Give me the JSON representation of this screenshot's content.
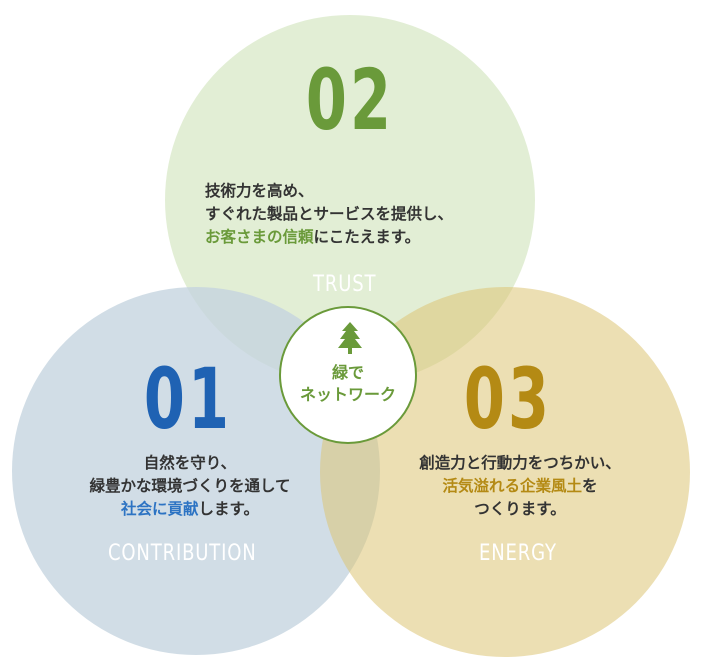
{
  "trust": {
    "number": "02",
    "lines": [
      {
        "parts": [
          {
            "text": "技術力を高め、",
            "hl": false
          }
        ]
      },
      {
        "parts": [
          {
            "text": "すぐれた製品とサービスを提供し、",
            "hl": false
          }
        ]
      },
      {
        "parts": [
          {
            "text": "お客さまの信頼",
            "hl": true
          },
          {
            "text": "にこたえます。",
            "hl": false
          }
        ]
      }
    ],
    "label": "TRUST",
    "color": "#6a9a3a"
  },
  "contribution": {
    "number": "01",
    "lines": [
      {
        "parts": [
          {
            "text": "自然を守り、",
            "hl": false
          }
        ]
      },
      {
        "parts": [
          {
            "text": "緑豊かな環境づくりを通して",
            "hl": false
          }
        ]
      },
      {
        "parts": [
          {
            "text": "社会に貢献",
            "hl": true
          },
          {
            "text": "します。",
            "hl": false
          }
        ]
      }
    ],
    "label": "CONTRIBUTION",
    "color": "#1f62b3"
  },
  "energy": {
    "number": "03",
    "lines": [
      {
        "parts": [
          {
            "text": "創造力と行動力をつちかい、",
            "hl": false
          }
        ]
      },
      {
        "parts": [
          {
            "text": "活気溢れる企業風土",
            "hl": true
          },
          {
            "text": "を",
            "hl": false
          }
        ]
      },
      {
        "parts": [
          {
            "text": "つくります。",
            "hl": false
          }
        ]
      }
    ],
    "label": "ENERGY",
    "color": "#b48a14"
  },
  "center": {
    "line1": "緑で",
    "line2": "ネットワーク",
    "icon": "tree-icon"
  }
}
